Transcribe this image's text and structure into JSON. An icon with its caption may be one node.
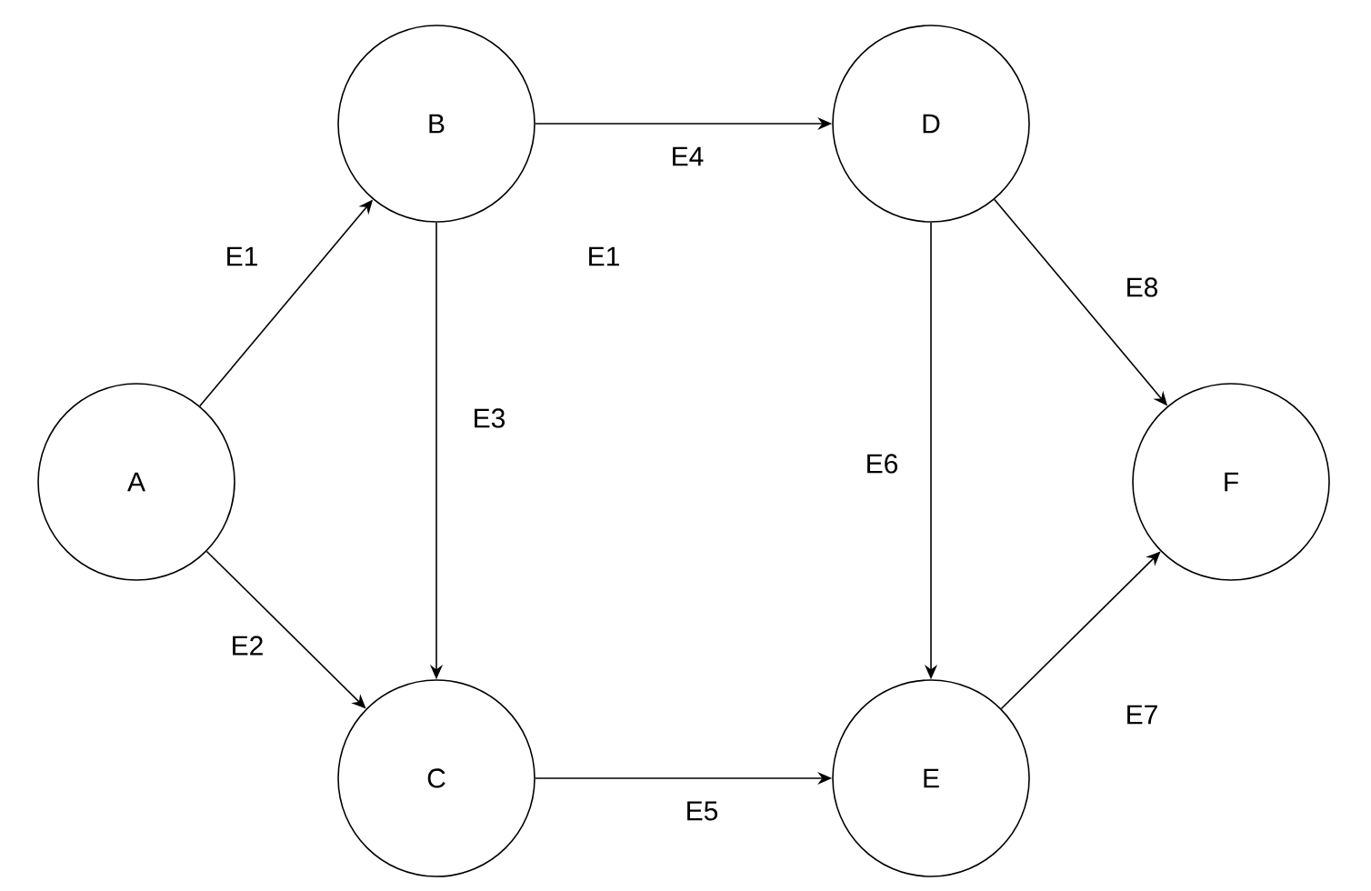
{
  "diagram": {
    "nodes": [
      {
        "text": [
          "A"
        ]
      },
      {
        "text": [
          "B"
        ]
      },
      {
        "text": [
          "C"
        ]
      },
      {
        "text": [
          "D"
        ]
      },
      {
        "text": [
          "E"
        ]
      },
      {
        "text": [
          "F"
        ]
      }
    ],
    "edges": [
      {
        "from": 0,
        "to": 1,
        "arrow": "to",
        "label": "E1"
      },
      {
        "from": 0,
        "to": 2,
        "arrow": "to",
        "label": "E2"
      },
      {
        "from": 1,
        "to": 2,
        "arrow": "to",
        "label": "E3"
      },
      {
        "from": 1,
        "to": 3,
        "arrow": "to",
        "label": "E4"
      },
      {
        "from": 2,
        "to": 4,
        "arrow": "to",
        "label": "E5"
      },
      {
        "from": 3,
        "to": 4,
        "arrow": "to",
        "label": "E6"
      },
      {
        "from": 4,
        "to": 5,
        "arrow": "to",
        "label": "E7"
      },
      {
        "from": 3,
        "to": 5,
        "arrow": "to",
        "label": "E8"
      }
    ],
    "labels": [
      "E1"
    ]
  }
}
